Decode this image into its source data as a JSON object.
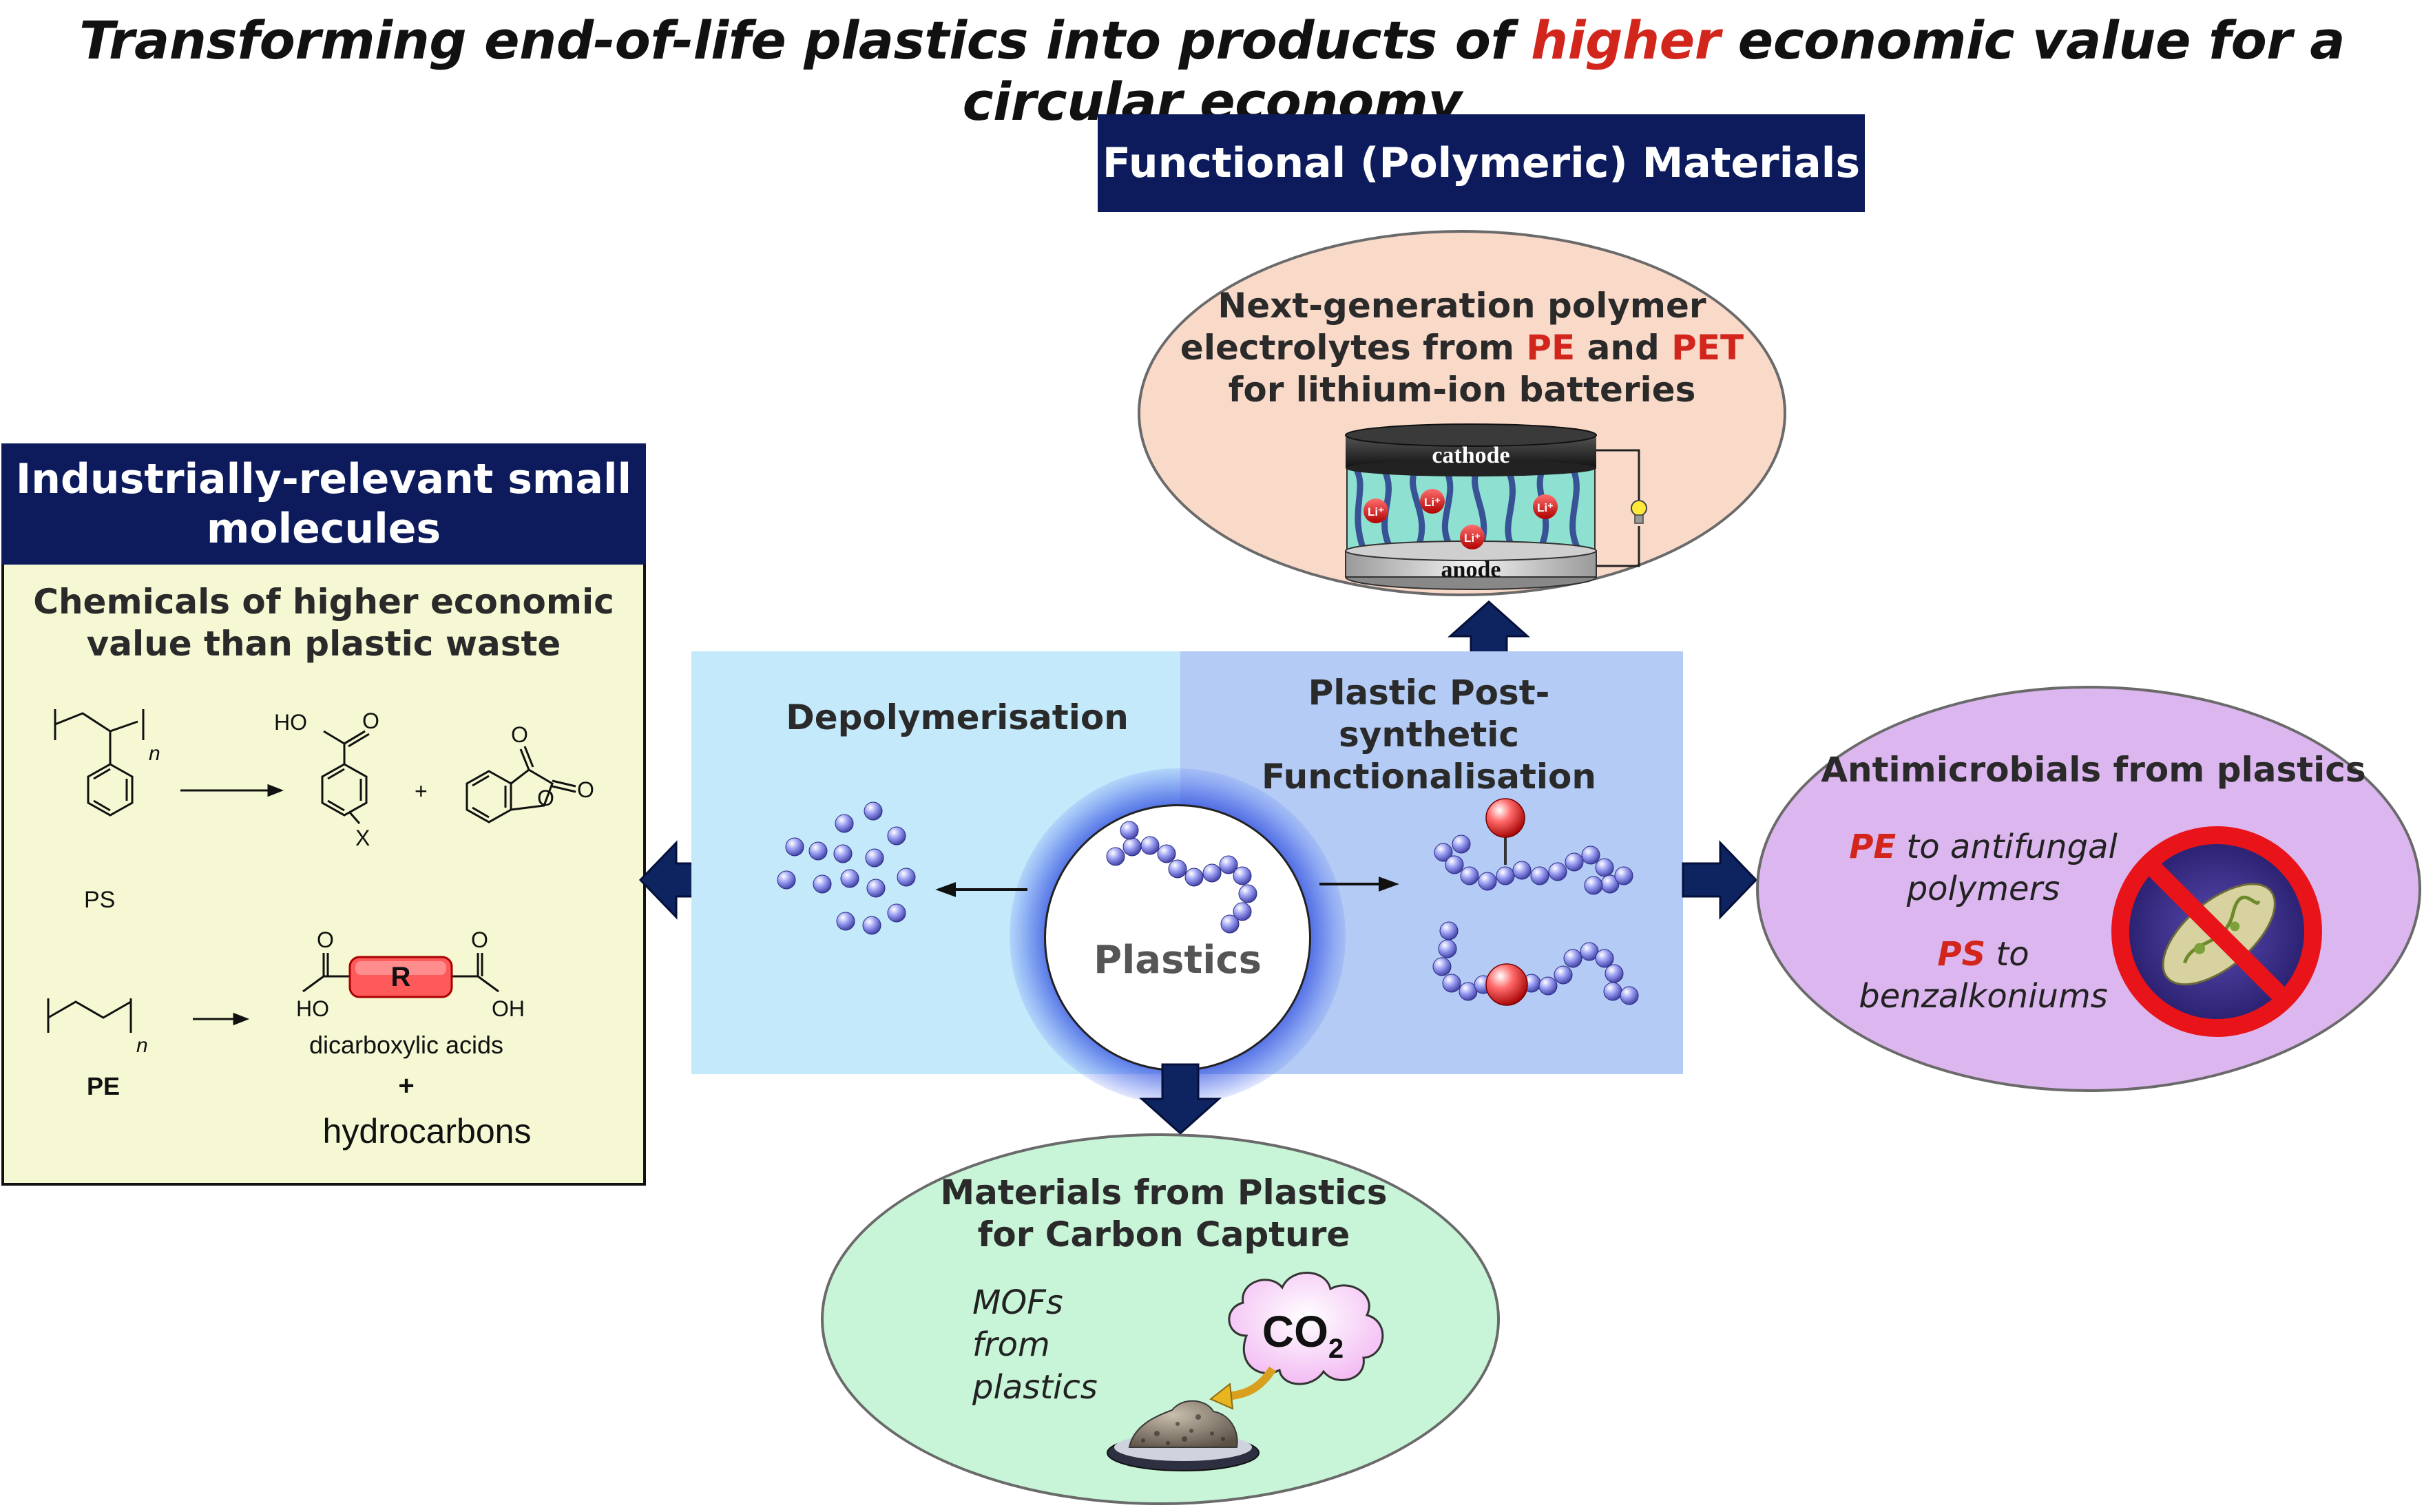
{
  "title": {
    "part1": "Transforming end-of-life plastics into products of ",
    "highlight": "higher",
    "part2": " economic value for a circular economy"
  },
  "functional": {
    "header": "Functional (Polymeric) Materials",
    "electrolytes_line1": "Next-generation polymer",
    "electrolytes_pre": "electrolytes from ",
    "electrolytes_pe": "PE",
    "electrolytes_and": " and ",
    "electrolytes_pet": "PET",
    "electrolytes_line3": "for lithium-ion batteries",
    "cathode": "cathode",
    "anode": "anode",
    "li_ion": "Li⁺"
  },
  "small_molecules": {
    "header": "Industrially-relevant small molecules",
    "subtitle": "Chemicals of higher economic value than plastic waste",
    "ps_label": "PS",
    "pe_label": "PE",
    "n_label": "n",
    "ho_label": "HO",
    "oh_label": "OH",
    "o_label": "O",
    "x_label": "X",
    "r_label": "R",
    "plus": "+",
    "dicarboxylic": "dicarboxylic acids",
    "hydrocarbons": "hydrocarbons"
  },
  "center": {
    "depolymerisation": "Depolymerisation",
    "functionalisation": "Plastic Post-synthetic Functionalisation",
    "plastics": "Plastics"
  },
  "antimicrobials": {
    "title": "Antimicrobials from plastics",
    "pe": "PE",
    "pe_text": " to antifungal",
    "pe_text2": "polymers",
    "ps": "PS",
    "ps_text": " to",
    "ps_text2": "benzalkoniums"
  },
  "carbon": {
    "title_line1": "Materials from Plastics",
    "title_line2": "for Carbon Capture",
    "mofs_1": "MOFs",
    "mofs_2": "from",
    "mofs_3": "plastics",
    "co2": "CO",
    "co2_sub": "2"
  },
  "colors": {
    "navy": "#0d1b5c",
    "accent_red": "#d2261d",
    "depoly_bg": "#c3e9fb",
    "func_bg": "#b3cbf5",
    "small_mol_bg": "#f6f8d3",
    "battery_ellipse": "#f9d9c8",
    "antimicrobial_ellipse": "#dcb6ee",
    "carbon_ellipse": "#c8f5d8"
  }
}
